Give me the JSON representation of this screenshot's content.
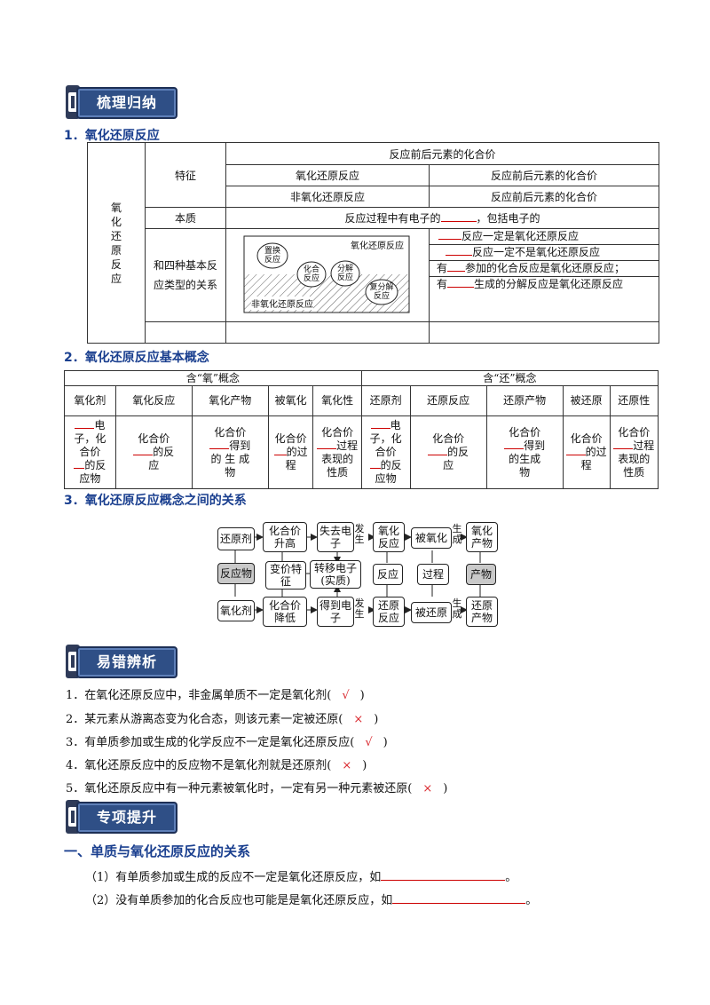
{
  "banners": {
    "b1": "梳理归纳",
    "b2": "易错辨析",
    "b3": "专项提升"
  },
  "sec1": {
    "heading": "1．氧化还原反应",
    "rowhead": "氧化还原反应",
    "header_value": "反应前后元素的化合价",
    "feature_label": "特征",
    "redox": "氧化还原反应",
    "redox_val": "反应前后元素的化合价",
    "nonredox": "非氧化还原反应",
    "nonredox_val": "反应前后元素的化合价",
    "essence_label": "本质",
    "essence_pre": "反应过程中有电子的",
    "essence_post": "，包括电子的",
    "relation_label": "和四种基本反应类型的关系",
    "venn": {
      "redox": "氧化还原反应",
      "nonredox": "非氧化还原反应",
      "displace": "置换反应",
      "combine": "化合反应",
      "decompose": "分解反应",
      "double": "复分解反应"
    },
    "rel1": "反应一定是氧化还原反应",
    "rel2": "反应一定不是氧化还原反应",
    "rel3_pre": "有",
    "rel3_post": "参加的化合反应是氧化还原反应；",
    "rel4_pre": "有",
    "rel4_post": "生成的分解反应是氧化还原反应"
  },
  "sec2": {
    "heading": "2．氧化还原反应基本概念",
    "group_ox": "含“氧”概念",
    "group_red": "含“还”概念",
    "cols": [
      "氧化剂",
      "氧化反应",
      "氧化产物",
      "被氧化",
      "氧化性",
      "还原剂",
      "还原反应",
      "还原产物",
      "被还原",
      "还原性"
    ],
    "c1": {
      "a": "电",
      "b": "子，化",
      "c": "合价",
      "d": "的反",
      "e": "应物"
    },
    "c2": {
      "a": "化合价",
      "b": "的反",
      "c": "应"
    },
    "c3": {
      "a": "化合价",
      "b": "得到",
      "c": "的 生 成",
      "d": "物"
    },
    "c4": {
      "a": "化合价",
      "b": "的过",
      "c": "程"
    },
    "c5": {
      "a": "化合价",
      "b": "过程",
      "c": "表现的",
      "d": "性质"
    },
    "c6": {
      "a": "电",
      "b": "子，化",
      "c": "合价",
      "d": "的反",
      "e": "应物"
    },
    "c7": {
      "a": "化合价",
      "b": "的反",
      "c": "应"
    },
    "c8": {
      "a": "化合价",
      "b": "得到",
      "c": "的生成",
      "d": "物"
    },
    "c9": {
      "a": "化合价",
      "b": "的过",
      "c": "程"
    },
    "c10": {
      "a": "化合价",
      "b": "过程",
      "c": "表现的",
      "d": "性质"
    }
  },
  "sec3": {
    "heading": "3．氧化还原反应概念之间的关系",
    "nodes": {
      "reductant": "还原剂",
      "up": "化合价升高",
      "lose": "失去电子",
      "oxrxn": "氧化反应",
      "oxidized": "被氧化",
      "oxprod": "氧化产物",
      "reactant": "反应物",
      "feature": "变价特征",
      "transfer": "转移电子(实质)",
      "reaction": "反应",
      "process": "过程",
      "product": "产物",
      "oxidant": "氧化剂",
      "down": "化合价降低",
      "gain": "得到电子",
      "redrxn": "还原反应",
      "reduced": "被还原",
      "redprod": "还原产物"
    },
    "lbl_occur": "发生",
    "lbl_gen": "生成"
  },
  "errors": [
    {
      "text": "1．在氧化还原反应中，非金属单质不一定是氧化剂(",
      "mark": "√",
      "end": ")"
    },
    {
      "text": "2．某元素从游离态变为化合态，则该元素一定被还原(",
      "mark": "×",
      "end": ")"
    },
    {
      "text": "3．有单质参加或生成的化学反应不一定是氧化还原反应(",
      "mark": "√",
      "end": ")"
    },
    {
      "text": "4．氧化还原反应中的反应物不是氧化剂就是还原剂(",
      "mark": "×",
      "end": ")"
    },
    {
      "text": "5．氧化还原反应中有一种元素被氧化时，一定有另一种元素被还原(",
      "mark": "×",
      "end": ")"
    }
  ],
  "special": {
    "heading": "一、单质与氧化还原反应的关系",
    "p1_pre": "（1）有单质参加或生成的反应不一定是氧化还原反应，如",
    "p1_end": "。",
    "p2_pre": "（2）没有单质参加的化合反应也可能是是氧化还原反应，如",
    "p2_end": "。"
  }
}
